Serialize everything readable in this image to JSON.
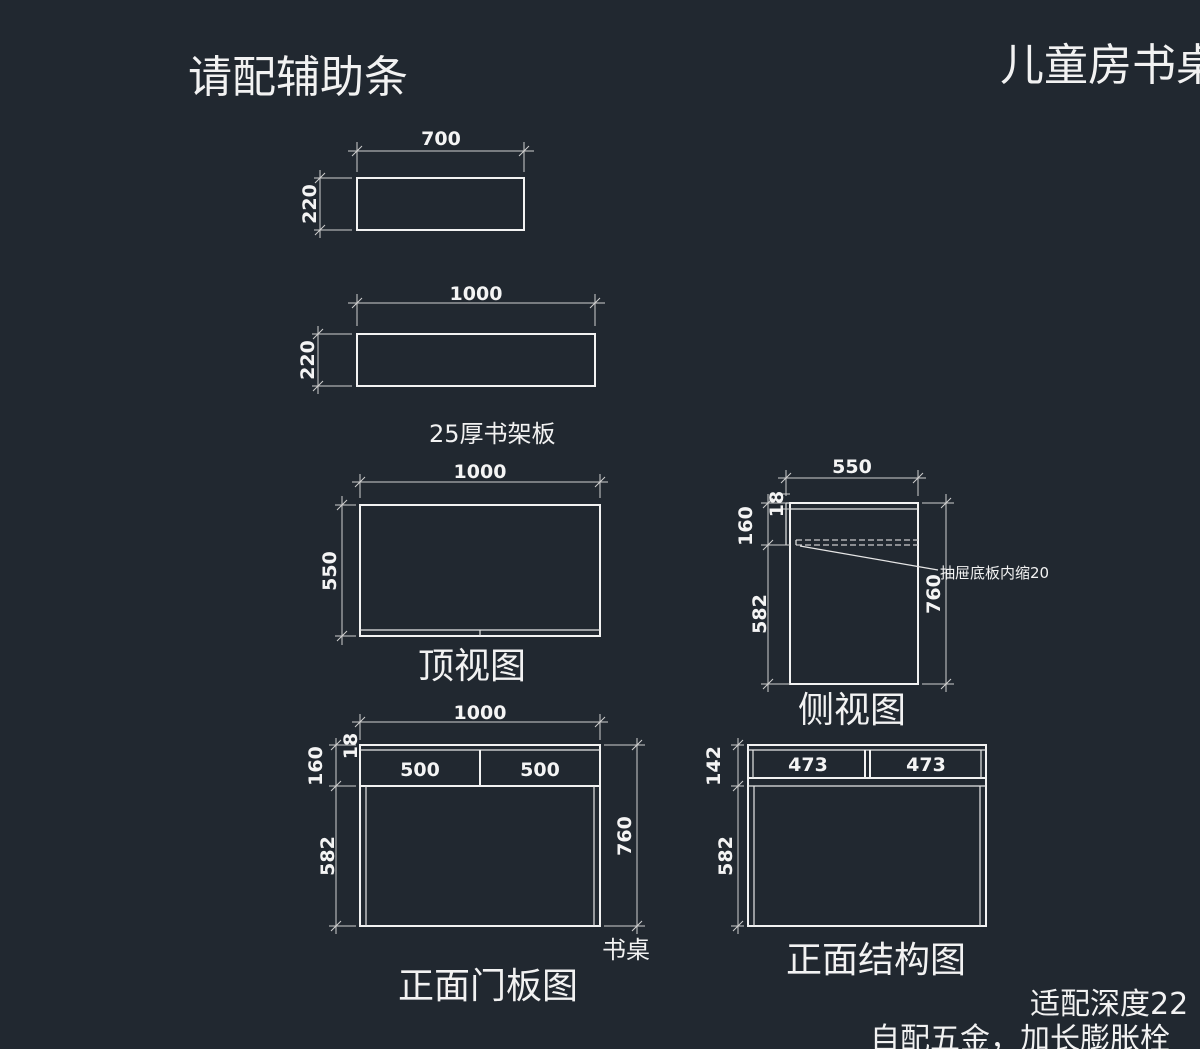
{
  "title_left": "请配辅助条",
  "title_right": "儿童房书桌",
  "shelf_board_small": {
    "width": "700",
    "height": "220"
  },
  "shelf_board_large": {
    "width": "1000",
    "height": "220"
  },
  "shelf_board_caption": "25厚书架板",
  "top_view": {
    "width": "1000",
    "depth": "550",
    "caption": "顶视图"
  },
  "side_view": {
    "depth": "550",
    "drawer_height": "160",
    "board_thickness": "18",
    "lower_height": "582",
    "total_height": "760",
    "note": "抽屉底板内缩20",
    "caption": "侧视图"
  },
  "front_door_view": {
    "width": "1000",
    "board_thickness": "18",
    "drawer_height": "160",
    "drawer_left": "500",
    "drawer_right": "500",
    "lower_height": "582",
    "total_height": "760",
    "label": "书桌",
    "caption": "正面门板图"
  },
  "front_structure_view": {
    "drawer_height": "142",
    "drawer_left": "473",
    "drawer_right": "473",
    "lower_height": "582",
    "caption": "正面结构图"
  },
  "footer_line1": "适配深度22",
  "footer_line2": "自配五金，加长膨胀栓"
}
